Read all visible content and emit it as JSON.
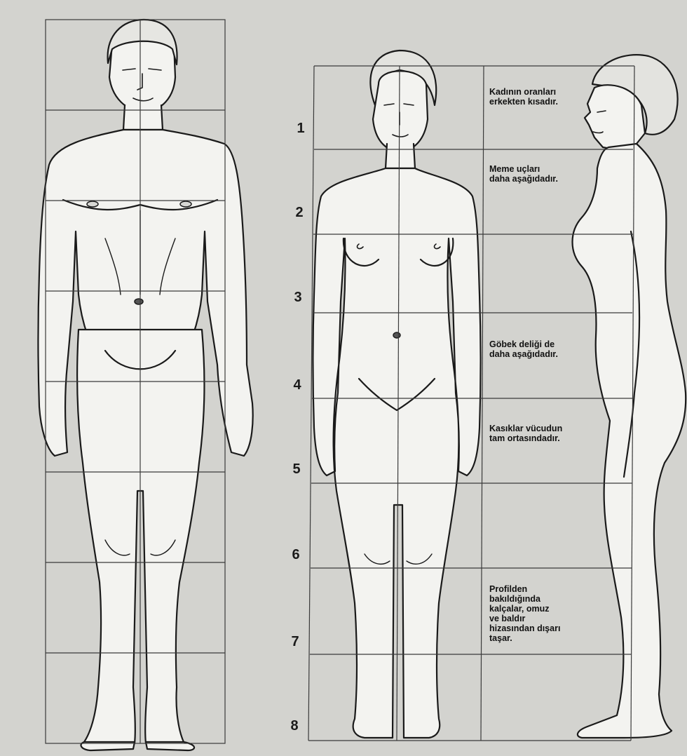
{
  "row_numbers": [
    "1",
    "2",
    "3",
    "4",
    "5",
    "6",
    "7",
    "8"
  ],
  "notes": {
    "shorter": "Kadının oranları\nerkekten kısadır.",
    "nipples": "Meme uçları\ndaha aşağıdadır.",
    "navel": "Göbek deliği de\ndaha aşağıdadır.",
    "groin": "Kasıklar vücudun\ntam ortasındadır.",
    "profile": "Profilden\nbakıldığında\nkalçalar, omuz\nve baldır\nhizasından dışarı\ntaşar."
  },
  "colors": {
    "paper": "#d3d3cf",
    "skin": "#f3f3f0",
    "line": "#1a1a1a",
    "grid": "#3a3a3a"
  }
}
